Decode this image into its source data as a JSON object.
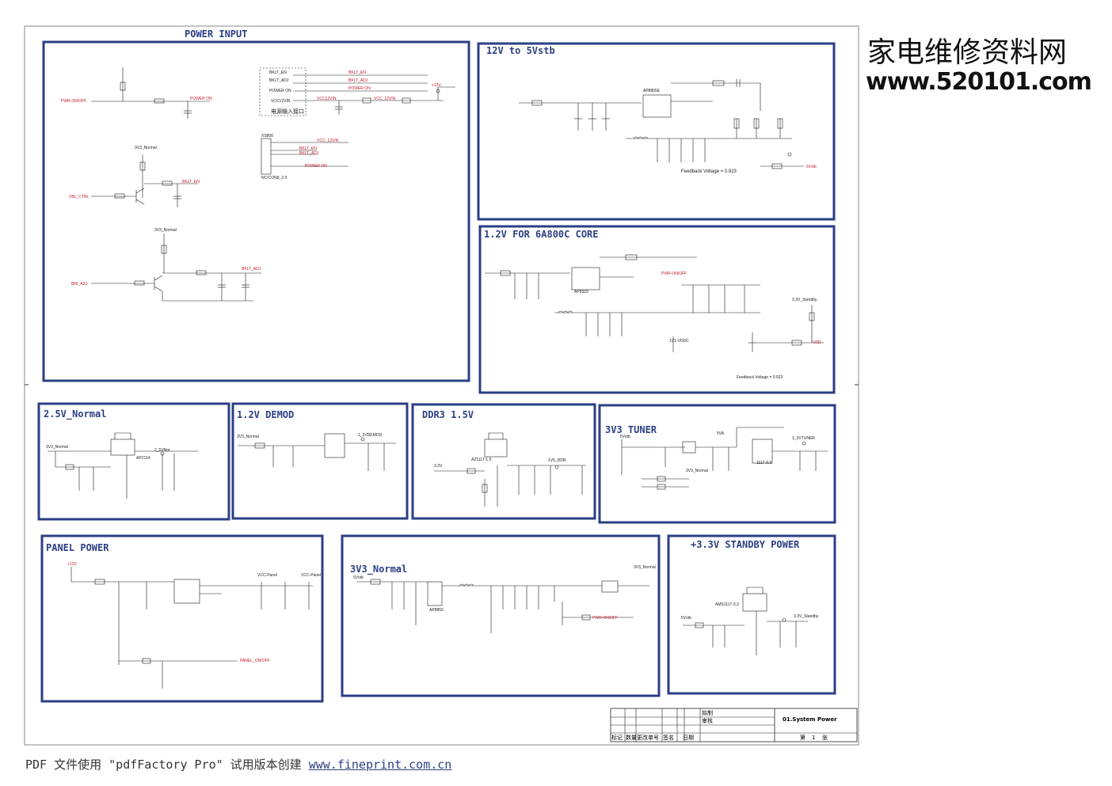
{
  "watermark": {
    "chinese": "家电维修资料网",
    "url": "www.520101.com"
  },
  "blocks": {
    "power_input": {
      "title": "POWER  INPUT"
    },
    "v12_to_5vstb": {
      "title": "12V to 5Vstb",
      "feedback": "Feedback Voltage = 0.923"
    },
    "core_1v2": {
      "title": "1.2V FOR 6A800C CORE",
      "feedback": "Feedback Voltage = 0.923"
    },
    "v2v5_normal": {
      "title": "2.5V_Normal"
    },
    "demod_1v2": {
      "title": "1.2V  DEMOD"
    },
    "ddr3_1v5": {
      "title": "DDR3 1.5V"
    },
    "tuner_3v3": {
      "title": "3V3 TUNER"
    },
    "panel_power": {
      "title": "PANEL POWER"
    },
    "normal_3v3": {
      "title": "3V3_Normal"
    },
    "standby_3v3": {
      "title": "+3.3V STANDBY POWER"
    }
  },
  "labels": {
    "pwr_onoff": "PWR-ON/OFF",
    "power_on": "POWER ON",
    "bklt_en": "BKLT_EN",
    "bklt_adj": "BKLT_ADJ",
    "vcc12vin": "VCC12VIN",
    "vcc_12vin": "VCC_12VIN",
    "plus12v": "+12V",
    "connector": "XS800",
    "connector_part": "NC/CON8_2.0",
    "connector_cn": "电源输入接口",
    "v3v3_normal": "3V3_Normal",
    "vbl_ctrl": "VBL_CTRL",
    "bri_adj": "BRI_ADJ",
    "vdd": "VDD",
    "v5vstb": "5Vstb",
    "v3v3_standby": "3.3V_Standby",
    "v1v_vddc": "1V1-VDDC",
    "v5va": "5VA",
    "v3v3_tuner": "3_3VTUNER",
    "v1v5_ddr": "1V5_DDR",
    "v1v2_demod": "1_2VDEMOD",
    "v2v5_nor": "2_5VNor",
    "vcc_panel": "VCC-Panel",
    "panel_onoff": "PANEL_ON/OFF",
    "ic_ap8805": "AP8805E",
    "ic_ap5503": "AP5503",
    "ic_ap2114": "AP2114",
    "ic_az1117": "AZ1117-1.5",
    "ic_1117_33": "1117-3.3",
    "ic_ams1117": "AMS1117-3.3",
    "ic_ap8850": "AP8850"
  },
  "title_block": {
    "draw": "拟制",
    "review": "审核",
    "sheet_name": "01.System Power",
    "page_prefix": "第",
    "page_num": "1",
    "page_suffix": "张",
    "cols": [
      "标记",
      "数量",
      "更改单号",
      "签名",
      "日期"
    ]
  },
  "footer": {
    "text": "PDF 文件使用 \"pdfFactory Pro\" 试用版本创建 ",
    "link": "www.fineprint.com.cn"
  },
  "colors": {
    "block_border": "#2b3f86",
    "wire": "#1a1a1a",
    "net_red": "#c0182a",
    "sheet_border": "#777777"
  }
}
